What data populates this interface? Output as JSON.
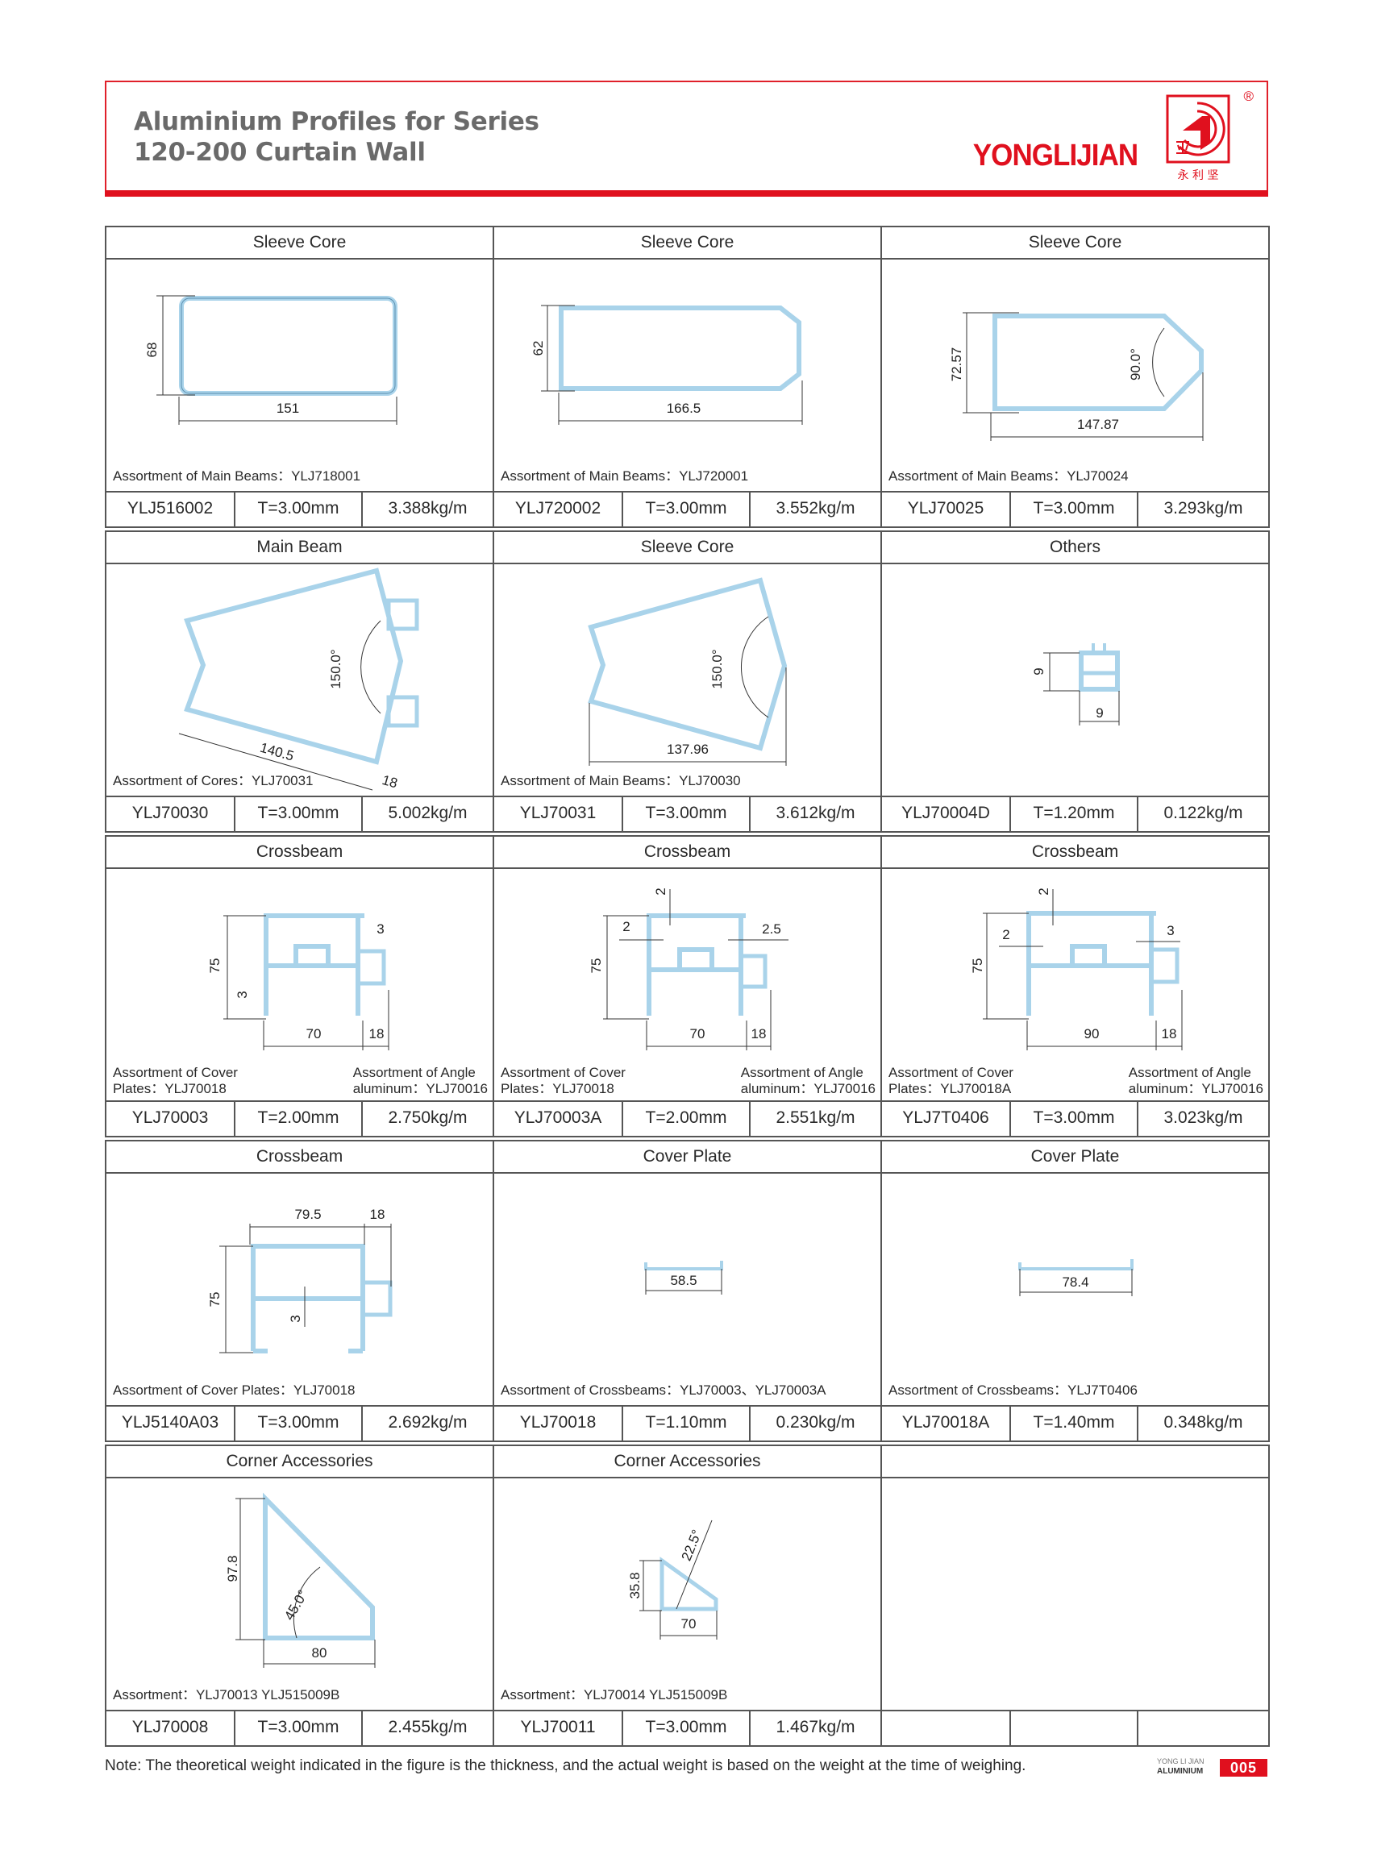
{
  "header": {
    "title_line1": "Aluminium Profiles for Series",
    "title_line2": "120-200 Curtain Wall",
    "brand": "YONGLIJIAN",
    "brand_chinese": "永 利 坚",
    "registered_mark": "®"
  },
  "colors": {
    "brand_red": "#e0101e",
    "profile_fill": "#a9d3ea",
    "profile_stroke": "#5a8fb0",
    "border": "#555555"
  },
  "cells": [
    {
      "title": "Sleeve Core",
      "assortment": "Assortment of Main Beams：YLJ718001",
      "code": "YLJ516002",
      "thickness": "T=3.00mm",
      "weight": "3.388kg/m",
      "dims": [
        "68",
        "151"
      ]
    },
    {
      "title": "Sleeve Core",
      "assortment": "Assortment of Main Beams：YLJ720001",
      "code": "YLJ720002",
      "thickness": "T=3.00mm",
      "weight": "3.552kg/m",
      "dims": [
        "62",
        "166.5"
      ]
    },
    {
      "title": "Sleeve Core",
      "assortment": "Assortment of Main Beams：YLJ70024",
      "code": "YLJ70025",
      "thickness": "T=3.00mm",
      "weight": "3.293kg/m",
      "dims": [
        "72.57",
        "147.87",
        "90.0°"
      ]
    },
    {
      "title": "Main Beam",
      "assortment": "Assortment of Cores：YLJ70031",
      "code": "YLJ70030",
      "thickness": "T=3.00mm",
      "weight": "5.002kg/m",
      "dims": [
        "150.0°",
        "140.5",
        "18"
      ]
    },
    {
      "title": "Sleeve Core",
      "assortment": "Assortment of Main Beams：YLJ70030",
      "code": "YLJ70031",
      "thickness": "T=3.00mm",
      "weight": "3.612kg/m",
      "dims": [
        "150.0°",
        "137.96"
      ]
    },
    {
      "title": "Others",
      "assortment": "",
      "code": "YLJ70004D",
      "thickness": "T=1.20mm",
      "weight": "0.122kg/m",
      "dims": [
        "9",
        "9"
      ]
    },
    {
      "title": "Crossbeam",
      "assortment_left_1": "Assortment of Cover",
      "assortment_left_2": "Plates：YLJ70018",
      "assortment_right_1": "Assortment of Angle",
      "assortment_right_2": "aluminum：YLJ70016",
      "code": "YLJ70003",
      "thickness": "T=2.00mm",
      "weight": "2.750kg/m",
      "dims": [
        "75",
        "3",
        "3",
        "70",
        "18"
      ]
    },
    {
      "title": "Crossbeam",
      "assortment_left_1": "Assortment of Cover",
      "assortment_left_2": "Plates：YLJ70018",
      "assortment_right_1": "Assortment of Angle",
      "assortment_right_2": "aluminum：YLJ70016",
      "code": "YLJ70003A",
      "thickness": "T=2.00mm",
      "weight": "2.551kg/m",
      "dims": [
        "2",
        "2",
        "2.5",
        "75",
        "70",
        "18"
      ]
    },
    {
      "title": "Crossbeam",
      "assortment_left_1": "Assortment of Cover",
      "assortment_left_2": "Plates：YLJ70018A",
      "assortment_right_1": "Assortment of Angle",
      "assortment_right_2": "aluminum：YLJ70016",
      "code": "YLJ7T0406",
      "thickness": "T=3.00mm",
      "weight": "3.023kg/m",
      "dims": [
        "2",
        "2",
        "3",
        "75",
        "90",
        "18"
      ]
    },
    {
      "title": "Crossbeam",
      "assortment": "Assortment of Cover Plates：YLJ70018",
      "code": "YLJ5140A03",
      "thickness": "T=3.00mm",
      "weight": "2.692kg/m",
      "dims": [
        "79.5",
        "18",
        "75",
        "3"
      ]
    },
    {
      "title": "Cover Plate",
      "assortment": "Assortment of Crossbeams：YLJ70003、YLJ70003A",
      "code": "YLJ70018",
      "thickness": "T=1.10mm",
      "weight": "0.230kg/m",
      "dims": [
        "58.5"
      ]
    },
    {
      "title": "Cover Plate",
      "assortment": "Assortment of Crossbeams：YLJ7T0406",
      "code": "YLJ70018A",
      "thickness": "T=1.40mm",
      "weight": "0.348kg/m",
      "dims": [
        "78.4"
      ]
    },
    {
      "title": "Corner Accessories",
      "assortment": "Assortment：YLJ70013  YLJ515009B",
      "code": "YLJ70008",
      "thickness": "T=3.00mm",
      "weight": "2.455kg/m",
      "dims": [
        "97.8",
        "45.0°",
        "80"
      ]
    },
    {
      "title": "Corner Accessories",
      "assortment": "Assortment：YLJ70014  YLJ515009B",
      "code": "YLJ70011",
      "thickness": "T=3.00mm",
      "weight": "1.467kg/m",
      "dims": [
        "35.8",
        "22.5°",
        "70"
      ]
    },
    {
      "title": "",
      "assortment": "",
      "code": "",
      "thickness": "",
      "weight": ""
    }
  ],
  "footer": {
    "note": "Note: The theoretical weight indicated in the figure is the thickness, and the actual weight is based on the weight at the time of weighing.",
    "badge_top": "YONG LI JIAN",
    "badge_bottom": "ALUMINIUM",
    "page_number": "005"
  }
}
